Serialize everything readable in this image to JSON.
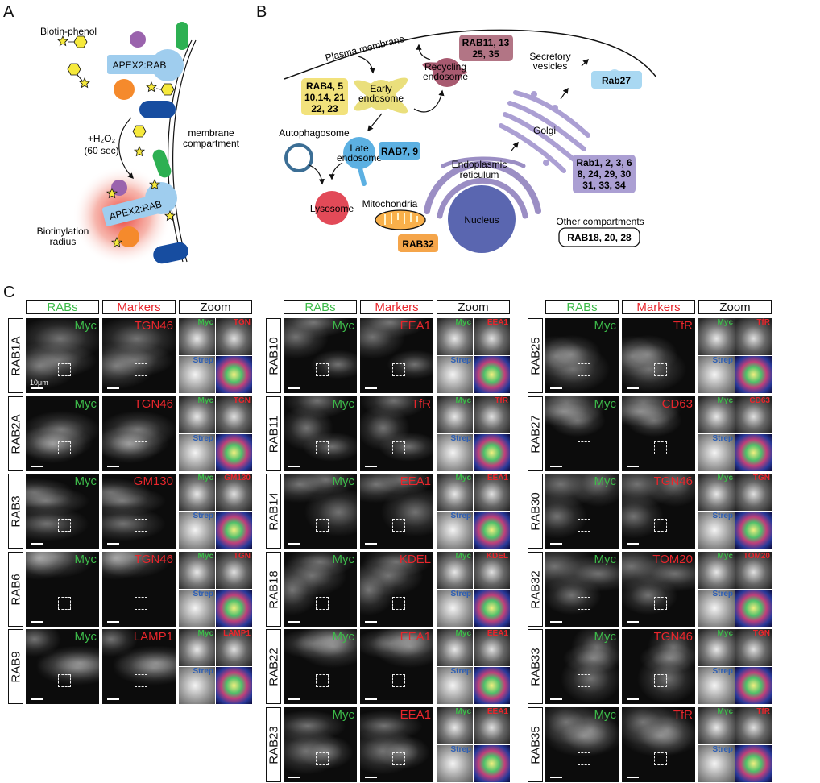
{
  "panels": {
    "a": "A",
    "b": "B",
    "c": "C"
  },
  "panel_a": {
    "biotin_phenol": "Biotin-phenol",
    "apex_label": "APEX2:RAB",
    "h2o2": "+H₂O₂",
    "duration": "(60 sec)",
    "membrane_line1": "membrane",
    "membrane_line2": "compartment",
    "radius_line1": "Biotinylation",
    "radius_line2": "radius"
  },
  "panel_b": {
    "plasma_membrane": "Plasma membrane",
    "recycling_line1": "Recycling",
    "recycling_line2": "endosome",
    "early_line1": "Early",
    "early_line2": "endosome",
    "late_line1": "Late",
    "late_line2": "endosome",
    "autophagosome": "Autophagosome",
    "lysosome": "Lysosome",
    "mitochondria": "Mitochondria",
    "nucleus": "Nucleus",
    "er_line1": "Endoplasmic",
    "er_line2": "reticulum",
    "golgi": "Golgi",
    "secretory_line1": "Secretory",
    "secretory_line2": "vesicles",
    "other_compartments": "Other compartments",
    "boxes": {
      "recycling": [
        "RAB11, 13",
        "25, 35"
      ],
      "early": [
        "RAB4, 5",
        "10,14, 21",
        "22, 23"
      ],
      "late": [
        "RAB7, 9"
      ],
      "mito": [
        "RAB32"
      ],
      "secretory": [
        "Rab27"
      ],
      "golgi": [
        "Rab1, 2, 3, 6",
        "8, 24, 29, 30",
        "31, 33, 34"
      ],
      "other": [
        "RAB18, 20, 28"
      ]
    },
    "colors": {
      "recycling": "#b27585",
      "early": "#f2e27c",
      "late": "#5cb0e2",
      "mito": "#f5a54a",
      "secretory": "#a9d8f2",
      "golgi": "#ab9fd3",
      "nucleus": "#5a66b0",
      "lysosome": "#e24a58"
    }
  },
  "panel_c": {
    "headers": {
      "rabs": "RABs",
      "markers": "Markers",
      "zoom": "Zoom"
    },
    "header_colors": {
      "rabs": "#3dbb4a",
      "markers": "#e8262c",
      "zoom": "#111111"
    },
    "rab_stain": "Myc",
    "strep_label": "Strep",
    "scale_label": "10μm",
    "columns": [
      {
        "rows": [
          {
            "rab": "RAB1A",
            "marker": "TGN46",
            "zoom_marker": "TGN"
          },
          {
            "rab": "RAB2A",
            "marker": "TGN46",
            "zoom_marker": "TGN"
          },
          {
            "rab": "RAB3",
            "marker": "GM130",
            "zoom_marker": "GM130"
          },
          {
            "rab": "RAB6",
            "marker": "TGN46",
            "zoom_marker": "TGN"
          },
          {
            "rab": "RAB9",
            "marker": "LAMP1",
            "zoom_marker": "LAMP1"
          }
        ]
      },
      {
        "rows": [
          {
            "rab": "RAB10",
            "marker": "EEA1",
            "zoom_marker": "EEA1"
          },
          {
            "rab": "RAB11",
            "marker": "TfR",
            "zoom_marker": "TfR"
          },
          {
            "rab": "RAB14",
            "marker": "EEA1",
            "zoom_marker": "EEA1"
          },
          {
            "rab": "RAB18",
            "marker": "KDEL",
            "zoom_marker": "KDEL"
          },
          {
            "rab": "RAB22",
            "marker": "EEA1",
            "zoom_marker": "EEA1"
          },
          {
            "rab": "RAB23",
            "marker": "EEA1",
            "zoom_marker": "EEA1"
          }
        ]
      },
      {
        "rows": [
          {
            "rab": "RAB25",
            "marker": "TfR",
            "zoom_marker": "TfR"
          },
          {
            "rab": "RAB27",
            "marker": "CD63",
            "zoom_marker": "CD63"
          },
          {
            "rab": "RAB30",
            "marker": "TGN46",
            "zoom_marker": "TGN"
          },
          {
            "rab": "RAB32",
            "marker": "TOM20",
            "zoom_marker": "TOM20"
          },
          {
            "rab": "RAB33",
            "marker": "TGN46",
            "zoom_marker": "TGN"
          },
          {
            "rab": "RAB35",
            "marker": "TfR",
            "zoom_marker": "TfR"
          }
        ]
      }
    ]
  }
}
